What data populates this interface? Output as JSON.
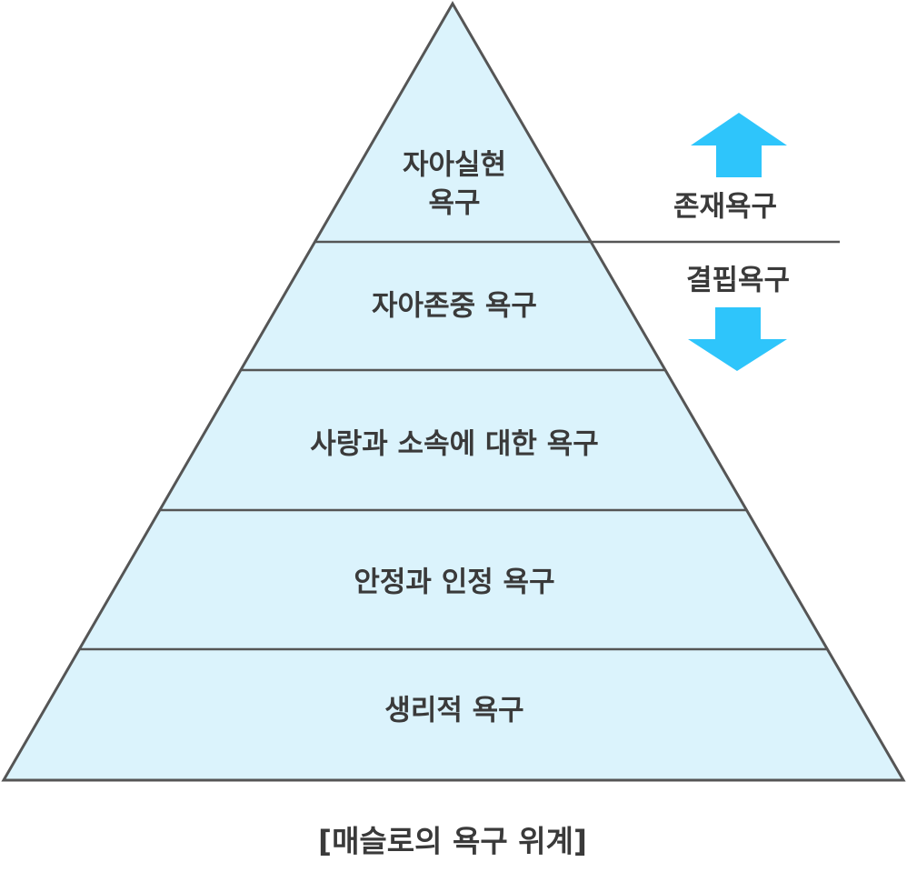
{
  "tiers": [
    {
      "lines": [
        "자아실현",
        "욕구"
      ]
    },
    {
      "lines": [
        "자아존중 욕구"
      ]
    },
    {
      "lines": [
        "사랑과 소속에 대한 욕구"
      ]
    },
    {
      "lines": [
        "안정과 인정 욕구"
      ]
    },
    {
      "lines": [
        "생리적 욕구"
      ]
    }
  ],
  "side": {
    "upper_label": "존재욕구",
    "lower_label": "결핍욕구"
  },
  "caption": "[매슬로의 욕구 위계]",
  "colors": {
    "fill": "#dbf3fc",
    "stroke": "#555555",
    "arrow": "#2ec5fb",
    "text": "#3a3a3a"
  }
}
